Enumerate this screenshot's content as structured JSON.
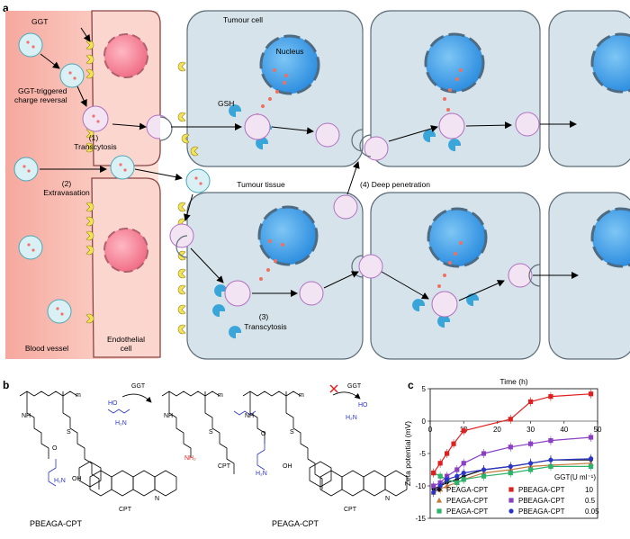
{
  "panels": {
    "a": "a",
    "b": "b",
    "c": "c"
  },
  "panel_a": {
    "ggt": "GGT",
    "charge_reversal_1": "GGT-triggered",
    "charge_reversal_2": "charge reversal",
    "step1_num": "(1)",
    "step1": "Transcytosis",
    "step2_num": "(2)",
    "step2": "Extravasation",
    "step3_num": "(3)",
    "step3": "Transcytosis",
    "step4": "(4) Deep penetration",
    "tumour_cell": "Tumour cell",
    "nucleus": "Nucleus",
    "gsh": "GSH",
    "tumour_tissue": "Tumour tissue",
    "blood_vessel": "Blood vessel",
    "endothelial_1": "Endothelial",
    "endothelial_2": "cell"
  },
  "panel_b": {
    "left_name": "PBEAGA-CPT",
    "right_name": "PEAGA-CPT",
    "ggt_arrow_1": "GGT",
    "ggt_arrow_2": "GGT",
    "cpt_1": "CPT",
    "cpt_2": "CPT",
    "cpt_3": "CPT",
    "m": "m",
    "nh2": "NH₂",
    "h2n": "H₂N",
    "o": "O",
    "oh": "OH",
    "ho": "HO",
    "nh": "NH",
    "n": "N",
    "s": "S"
  },
  "chart_data": {
    "type": "line",
    "title": "Time (h)",
    "xlabel": "Time (h)",
    "ylabel": "Zeta potential (mV)",
    "xlim": [
      0,
      50
    ],
    "ylim": [
      -15,
      5
    ],
    "xticks": [
      0,
      10,
      20,
      30,
      40,
      50
    ],
    "yticks": [
      -15,
      -10,
      -5,
      0,
      5
    ],
    "legend_header": "GGT(U ml⁻¹)",
    "series": [
      {
        "name": "PEAGA-CPT",
        "group": "10",
        "color": "#111111",
        "marker": "diamond",
        "points": [
          [
            1,
            -10.5
          ],
          [
            3,
            -10.0
          ],
          [
            5,
            -9.5
          ],
          [
            8,
            -9.0
          ],
          [
            10,
            -8.5
          ],
          [
            16,
            -7.5
          ],
          [
            24,
            -7.0
          ],
          [
            30,
            -6.5
          ],
          [
            36,
            -6.0
          ],
          [
            48,
            -6.0
          ]
        ]
      },
      {
        "name": "PEAGA-CPT",
        "group": "0.5",
        "color": "#c47a3c",
        "marker": "triangle",
        "points": [
          [
            1,
            -11.0
          ],
          [
            3,
            -10.5
          ],
          [
            5,
            -10.0
          ],
          [
            8,
            -9.5
          ],
          [
            10,
            -9.0
          ],
          [
            16,
            -8.0
          ],
          [
            24,
            -7.5
          ],
          [
            30,
            -7.0
          ],
          [
            36,
            -6.8
          ],
          [
            48,
            -6.5
          ]
        ]
      },
      {
        "name": "PEAGA-CPT",
        "group": "0.05",
        "color": "#2db36b",
        "marker": "square",
        "points": [
          [
            1,
            -8.0
          ],
          [
            3,
            -8.5
          ],
          [
            5,
            -9.0
          ],
          [
            8,
            -9.5
          ],
          [
            10,
            -9.0
          ],
          [
            16,
            -8.5
          ],
          [
            24,
            -8.0
          ],
          [
            30,
            -7.5
          ],
          [
            36,
            -7.0
          ],
          [
            48,
            -7.0
          ]
        ]
      },
      {
        "name": "PBEAGA-CPT",
        "group": "10",
        "color": "#e02020",
        "marker": "square",
        "points": [
          [
            1,
            -8.0
          ],
          [
            3,
            -6.5
          ],
          [
            5,
            -5.0
          ],
          [
            7,
            -3.5
          ],
          [
            10,
            -1.5
          ],
          [
            24,
            0.3
          ],
          [
            30,
            3.0
          ],
          [
            36,
            3.8
          ],
          [
            48,
            4.2
          ]
        ]
      },
      {
        "name": "PBEAGA-CPT",
        "group": "0.5",
        "color": "#8b3fc4",
        "marker": "square",
        "points": [
          [
            1,
            -10.0
          ],
          [
            3,
            -9.5
          ],
          [
            5,
            -8.5
          ],
          [
            8,
            -7.5
          ],
          [
            10,
            -6.5
          ],
          [
            16,
            -5.0
          ],
          [
            24,
            -4.0
          ],
          [
            30,
            -3.5
          ],
          [
            36,
            -3.0
          ],
          [
            48,
            -2.5
          ]
        ]
      },
      {
        "name": "PBEAGA-CPT",
        "group": "0.05",
        "color": "#2a35c8",
        "marker": "circle",
        "points": [
          [
            1,
            -11.0
          ],
          [
            3,
            -10.0
          ],
          [
            5,
            -9.0
          ],
          [
            8,
            -8.5
          ],
          [
            10,
            -8.0
          ],
          [
            16,
            -7.5
          ],
          [
            24,
            -7.0
          ],
          [
            30,
            -6.5
          ],
          [
            36,
            -6.0
          ],
          [
            48,
            -5.8
          ]
        ]
      }
    ]
  }
}
